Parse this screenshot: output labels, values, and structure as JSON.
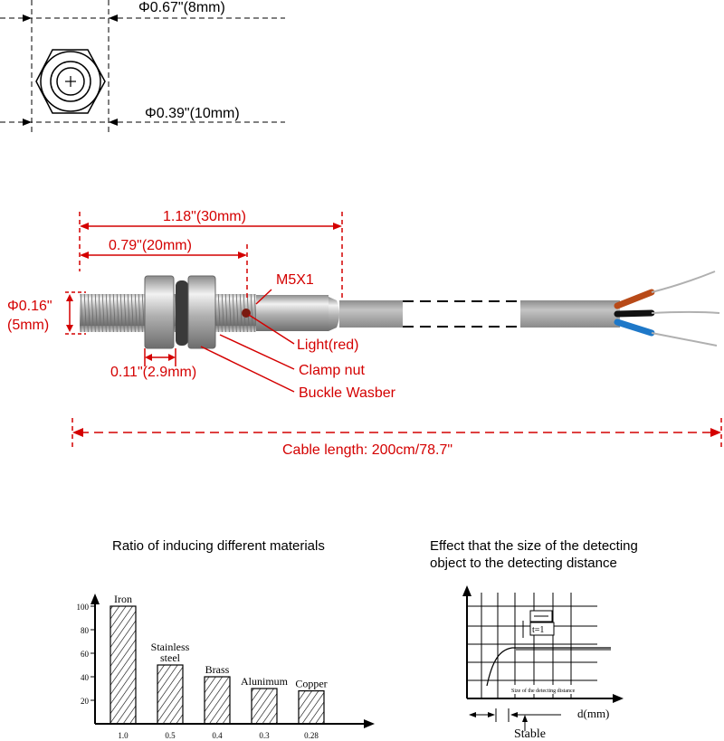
{
  "top_view": {
    "dim_outer": "Φ0.67\"(8mm)",
    "dim_inner": "Φ0.39\"(10mm)"
  },
  "side_view": {
    "len_total": "1.18\"(30mm)",
    "len_thread": "0.79\"(20mm)",
    "thread_spec": "M5X1",
    "diameter_line1": "Φ0.16\"",
    "diameter_line2": "(5mm)",
    "label_light": "Light(red)",
    "nut_width": "0.11\"(2.9mm)",
    "label_clamp": "Clamp nut",
    "label_washer": "Buckle Wasber",
    "cable_length": "Cable length: 200cm/78.7\""
  },
  "chart_data": {
    "type": "bar",
    "title": "Ratio of inducing different materials",
    "categories": [
      "Iron",
      "Stainless steel",
      "Brass",
      "Alunimum",
      "Copper"
    ],
    "category_lines": [
      [
        "Iron"
      ],
      [
        "Stainless",
        "steel"
      ],
      [
        "Brass"
      ],
      [
        "Alunimum"
      ],
      [
        "Copper"
      ]
    ],
    "ratio_labels": [
      "1.0",
      "0.5",
      "0.4",
      "0.3",
      "0.28"
    ],
    "values": [
      100,
      50,
      40,
      30,
      28
    ],
    "yticks": [
      "100",
      "80",
      "60",
      "40",
      "20"
    ],
    "ylim": [
      0,
      110
    ],
    "xlabel": "",
    "ylabel": "",
    "fill": "diagonal hatch",
    "colors": {
      "line": "#000000"
    }
  },
  "detect_graph": {
    "title_line1": "Effect that the size of the detecting",
    "title_line2": "object to the detecting distance",
    "inner_label": "Size of the detecting distance",
    "t_label": "t=1",
    "x_axis": "d(mm)",
    "stable": "Stable"
  },
  "colors": {
    "dimension": "#d40000",
    "cable": "#9a9a9a",
    "metal": "#c8c8c8"
  }
}
